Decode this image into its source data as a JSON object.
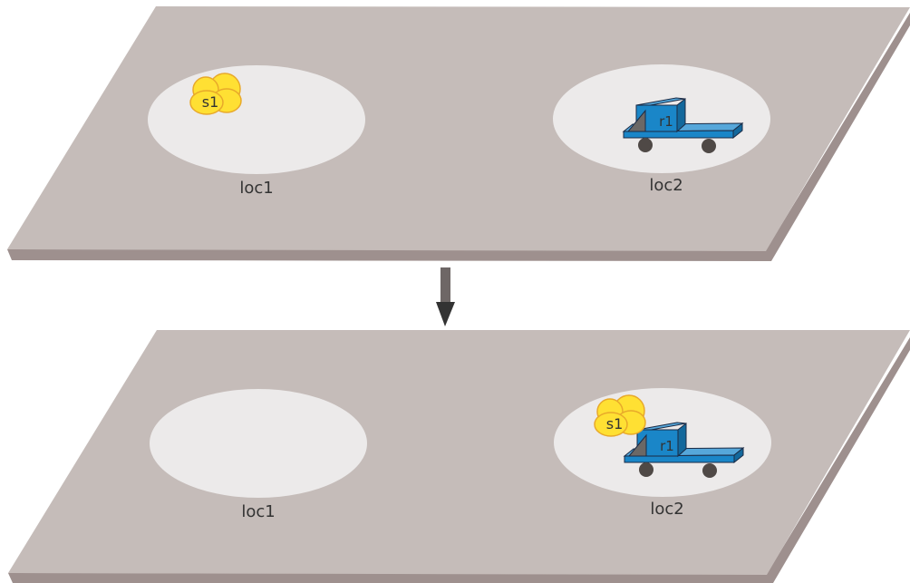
{
  "panels": [
    {
      "locations": [
        {
          "label": "loc1",
          "contents": [
            "s1"
          ]
        },
        {
          "label": "loc2",
          "contents": [
            "r1"
          ]
        }
      ]
    },
    {
      "locations": [
        {
          "label": "loc1",
          "contents": []
        },
        {
          "label": "loc2",
          "contents": [
            "s1",
            "r1"
          ]
        }
      ]
    }
  ],
  "objects": {
    "sample": {
      "label": "s1",
      "color": "#FFE033"
    },
    "robot": {
      "label": "r1",
      "color": "#1A86C8"
    }
  },
  "colors": {
    "platform_top": "#C5BCB9",
    "platform_edge": "#9E908E",
    "location_area": "#ECEAEA",
    "arrow": "#333333"
  }
}
